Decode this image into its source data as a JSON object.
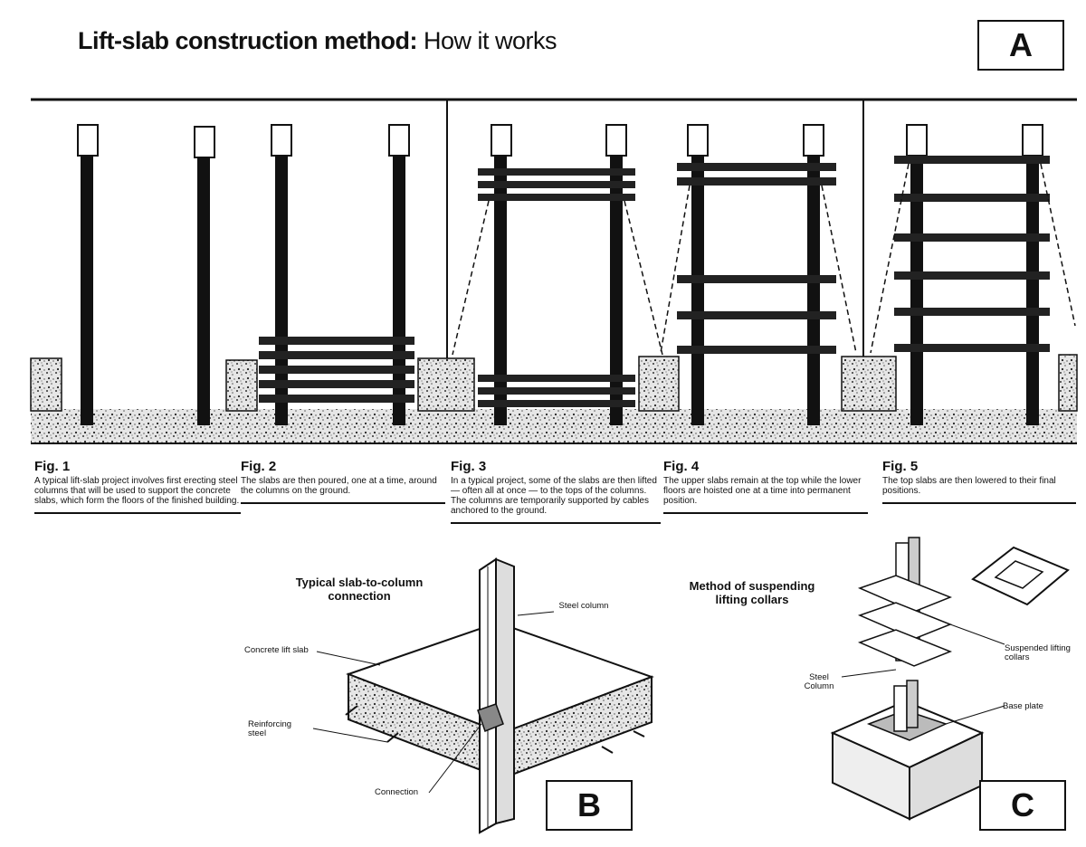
{
  "header": {
    "title_bold": "Lift-slab construction method:",
    "title_regular": " How it works",
    "panel_a": "A"
  },
  "figures": [
    {
      "head": "Fig. 1",
      "text": "A typical lift-slab project involves first erecting steel columns that will be used to support the concrete slabs, which form the floors of the finished building."
    },
    {
      "head": "Fig. 2",
      "text": "The slabs are then poured, one at a time, around the columns on the ground."
    },
    {
      "head": "Fig. 3",
      "text": "In a typical project, some of the slabs are then lifted — often all at once — to the tops of the columns. The columns are temporarily supported by cables anchored to the ground."
    },
    {
      "head": "Fig. 4",
      "text": "The upper slabs remain at the top while the lower floors are hoisted one at a time into permanent position."
    },
    {
      "head": "Fig. 5",
      "text": "The top slabs are then lowered to their final positions."
    }
  ],
  "detail_b": {
    "heading": "Typical slab-to-column connection",
    "steel_column": "Steel column",
    "concrete_slab": "Concrete lift slab",
    "reinforcing_steel": "Reinforcing steel",
    "connection": "Connection",
    "panel": "B"
  },
  "detail_c": {
    "heading": "Method of suspending lifting collars",
    "steel_column": "Steel Column",
    "suspended_collars": "Suspended lifting collars",
    "base_plate": "Base plate",
    "panel": "C"
  },
  "colors": {
    "ink": "#111111",
    "paper": "#ffffff",
    "slab": "#222222"
  }
}
